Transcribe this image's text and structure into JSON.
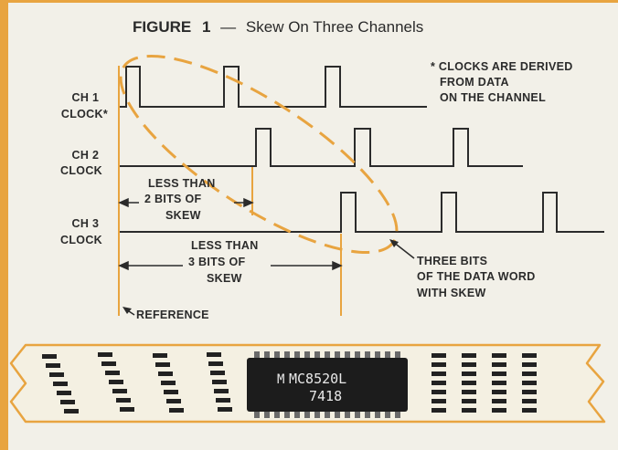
{
  "figure": {
    "title_prefix": "FIGURE",
    "title_number": "1",
    "title_dash": "—",
    "title_text": "Skew On Three Channels"
  },
  "channels": [
    {
      "line1": "CH 1",
      "line2": "CLOCK*"
    },
    {
      "line1": "CH 2",
      "line2": "CLOCK"
    },
    {
      "line1": "CH 3",
      "line2": "CLOCK"
    }
  ],
  "note": {
    "line1": "* CLOCKS ARE DERIVED",
    "line2": "FROM DATA",
    "line3": "ON THE CHANNEL"
  },
  "skew2": {
    "line1": "LESS THAN",
    "line2": "2 BITS OF",
    "line3": "SKEW"
  },
  "skew3": {
    "line1": "LESS THAN",
    "line2": "3 BITS OF",
    "line3": "SKEW"
  },
  "data_word": {
    "line1": "THREE BITS",
    "line2": "OF THE DATA WORD",
    "line3": "WITH SKEW"
  },
  "reference_label": "REFERENCE",
  "chip": {
    "logo": "M",
    "part_number": "MC8520L",
    "date_code": "7418"
  },
  "colors": {
    "accent_orange": "#e8a440",
    "ink": "#2b2b2b",
    "chip_body": "#1c1c1c",
    "tape": "#f4f0e2"
  }
}
